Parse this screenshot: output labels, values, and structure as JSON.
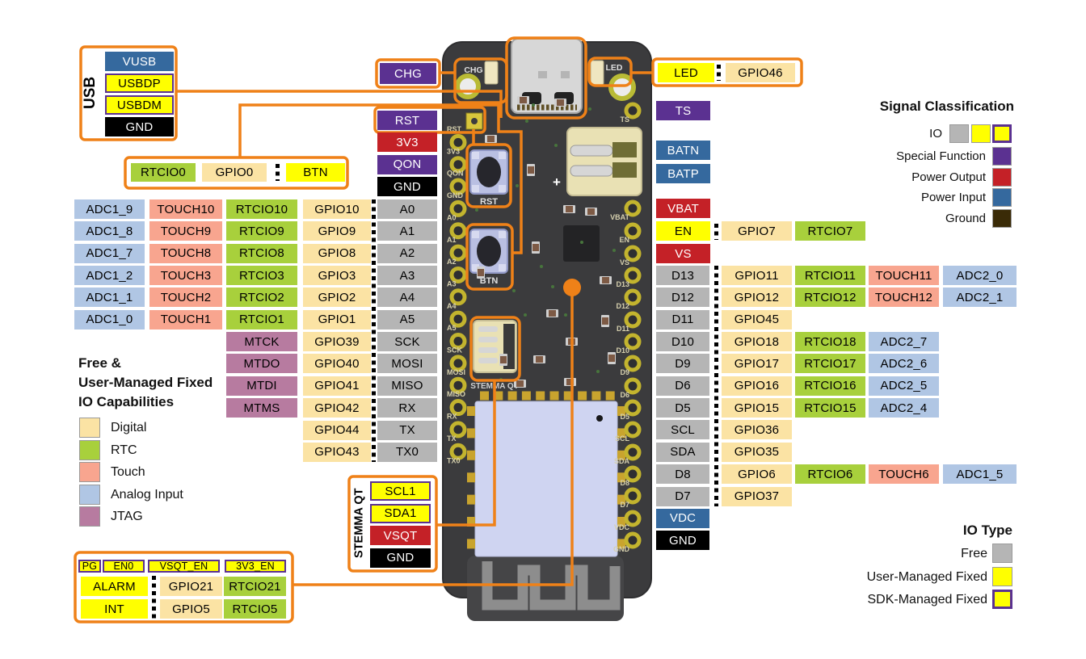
{
  "colors": {
    "annotation_orange": "#EF8118",
    "special_function": "#5B3191",
    "power_output": "#C42127",
    "power_input": "#35699E",
    "ground": "#000000",
    "ground_legend": "#3A2B07",
    "io_free": "#B5B5B5",
    "io_user": "#FFFF00",
    "cap_digital": "#FBE3A4",
    "cap_rtc": "#A8D03C",
    "cap_touch": "#F8A58F",
    "cap_analog": "#B0C6E4",
    "cap_jtag": "#B77BA0"
  },
  "usb_group": {
    "side_label": "USB",
    "pins": [
      [
        "VUSB",
        "blue"
      ],
      [
        "USBDP",
        "sdk"
      ],
      [
        "USBDM",
        "sdk"
      ],
      [
        "GND",
        "ground"
      ]
    ]
  },
  "btn_group": [
    [
      "RTCIO0",
      "rtc"
    ],
    [
      "GPIO0",
      "digital"
    ],
    [
      "BTN",
      "yellow"
    ]
  ],
  "chg_label": [
    "CHG",
    "purple"
  ],
  "left_stack": [
    [
      "RST",
      "purple"
    ],
    [
      "3V3",
      "red"
    ],
    [
      "QON",
      "purple"
    ],
    [
      "GND",
      "ground"
    ]
  ],
  "left_table": [
    [
      [
        "ADC1_9",
        "analog"
      ],
      [
        "TOUCH10",
        "touch"
      ],
      [
        "RTCIO10",
        "rtc"
      ],
      [
        "GPIO10",
        "digital"
      ],
      [
        "A0",
        "free"
      ]
    ],
    [
      [
        "ADC1_8",
        "analog"
      ],
      [
        "TOUCH9",
        "touch"
      ],
      [
        "RTCIO9",
        "rtc"
      ],
      [
        "GPIO9",
        "digital"
      ],
      [
        "A1",
        "free"
      ]
    ],
    [
      [
        "ADC1_7",
        "analog"
      ],
      [
        "TOUCH8",
        "touch"
      ],
      [
        "RTCIO8",
        "rtc"
      ],
      [
        "GPIO8",
        "digital"
      ],
      [
        "A2",
        "free"
      ]
    ],
    [
      [
        "ADC1_2",
        "analog"
      ],
      [
        "TOUCH3",
        "touch"
      ],
      [
        "RTCIO3",
        "rtc"
      ],
      [
        "GPIO3",
        "digital"
      ],
      [
        "A3",
        "free"
      ]
    ],
    [
      [
        "ADC1_1",
        "analog"
      ],
      [
        "TOUCH2",
        "touch"
      ],
      [
        "RTCIO2",
        "rtc"
      ],
      [
        "GPIO2",
        "digital"
      ],
      [
        "A4",
        "free"
      ]
    ],
    [
      [
        "ADC1_0",
        "analog"
      ],
      [
        "TOUCH1",
        "touch"
      ],
      [
        "RTCIO1",
        "rtc"
      ],
      [
        "GPIO1",
        "digital"
      ],
      [
        "A5",
        "free"
      ]
    ],
    [
      null,
      null,
      [
        "MTCK",
        "jtag"
      ],
      [
        "GPIO39",
        "digital"
      ],
      [
        "SCK",
        "free"
      ]
    ],
    [
      null,
      null,
      [
        "MTDO",
        "jtag"
      ],
      [
        "GPIO40",
        "digital"
      ],
      [
        "MOSI",
        "free"
      ]
    ],
    [
      null,
      null,
      [
        "MTDI",
        "jtag"
      ],
      [
        "GPIO41",
        "digital"
      ],
      [
        "MISO",
        "free"
      ]
    ],
    [
      null,
      null,
      [
        "MTMS",
        "jtag"
      ],
      [
        "GPIO42",
        "digital"
      ],
      [
        "RX",
        "free"
      ]
    ],
    [
      null,
      null,
      null,
      [
        "GPIO44",
        "digital"
      ],
      [
        "TX",
        "free"
      ]
    ],
    [
      null,
      null,
      null,
      [
        "GPIO43",
        "digital"
      ],
      [
        "TX0",
        "free"
      ]
    ]
  ],
  "right_upper": {
    "led_row": [
      [
        "LED",
        "yellow"
      ],
      [
        "GPIO46",
        "digital"
      ]
    ],
    "stack": [
      [
        "TS",
        "purple"
      ],
      [
        "BATN",
        "blue"
      ],
      [
        "BATP",
        "blue"
      ],
      [
        "VBAT",
        "red"
      ],
      [
        "EN",
        "yellow"
      ],
      [
        "VS",
        "red"
      ]
    ],
    "en_extra": [
      [
        "GPIO7",
        "digital"
      ],
      [
        "RTCIO7",
        "rtc"
      ]
    ]
  },
  "right_table": [
    [
      [
        "D13",
        "free"
      ],
      [
        "GPIO11",
        "digital"
      ],
      [
        "RTCIO11",
        "rtc"
      ],
      [
        "TOUCH11",
        "touch"
      ],
      [
        "ADC2_0",
        "analog"
      ]
    ],
    [
      [
        "D12",
        "free"
      ],
      [
        "GPIO12",
        "digital"
      ],
      [
        "RTCIO12",
        "rtc"
      ],
      [
        "TOUCH12",
        "touch"
      ],
      [
        "ADC2_1",
        "analog"
      ]
    ],
    [
      [
        "D11",
        "free"
      ],
      [
        "GPIO45",
        "digital"
      ]
    ],
    [
      [
        "D10",
        "free"
      ],
      [
        "GPIO18",
        "digital"
      ],
      [
        "RTCIO18",
        "rtc"
      ],
      [
        "ADC2_7",
        "analog"
      ]
    ],
    [
      [
        "D9",
        "free"
      ],
      [
        "GPIO17",
        "digital"
      ],
      [
        "RTCIO17",
        "rtc"
      ],
      [
        "ADC2_6",
        "analog"
      ]
    ],
    [
      [
        "D6",
        "free"
      ],
      [
        "GPIO16",
        "digital"
      ],
      [
        "RTCIO16",
        "rtc"
      ],
      [
        "ADC2_5",
        "analog"
      ]
    ],
    [
      [
        "D5",
        "free"
      ],
      [
        "GPIO15",
        "digital"
      ],
      [
        "RTCIO15",
        "rtc"
      ],
      [
        "ADC2_4",
        "analog"
      ]
    ],
    [
      [
        "SCL",
        "free"
      ],
      [
        "GPIO36",
        "digital"
      ]
    ],
    [
      [
        "SDA",
        "free"
      ],
      [
        "GPIO35",
        "digital"
      ]
    ],
    [
      [
        "D8",
        "free"
      ],
      [
        "GPIO6",
        "digital"
      ],
      [
        "RTCIO6",
        "rtc"
      ],
      [
        "TOUCH6",
        "touch"
      ],
      [
        "ADC1_5",
        "analog"
      ]
    ],
    [
      [
        "D7",
        "free"
      ],
      [
        "GPIO37",
        "digital"
      ]
    ],
    [
      [
        "VDC",
        "blue"
      ]
    ],
    [
      [
        "GND",
        "ground"
      ]
    ]
  ],
  "bottom_group": {
    "row1": [
      [
        "PG",
        "sdk"
      ],
      [
        "EN0",
        "sdk"
      ],
      [
        "VSQT_EN",
        "sdk"
      ],
      [
        "3V3_EN",
        "sdk"
      ]
    ],
    "rows": [
      [
        [
          "ALARM",
          "yellow"
        ],
        [
          "GPIO21",
          "digital"
        ],
        [
          "RTCIO21",
          "rtc"
        ]
      ],
      [
        [
          "INT",
          "yellow"
        ],
        [
          "GPIO5",
          "digital"
        ],
        [
          "RTCIO5",
          "rtc"
        ]
      ]
    ]
  },
  "stemma_group": {
    "side_label": "STEMMA QT",
    "pins": [
      [
        "SCL1",
        "sdk"
      ],
      [
        "SDA1",
        "sdk"
      ],
      [
        "VSQT",
        "red"
      ],
      [
        "GND",
        "ground"
      ]
    ]
  },
  "legend_signal": {
    "title": "Signal Classification",
    "io_label": "IO",
    "io_swatches": [
      "free",
      "yellow",
      "sdk"
    ],
    "items": [
      {
        "label": "Special Function",
        "type": "purple"
      },
      {
        "label": "Power Output",
        "type": "red"
      },
      {
        "label": "Power Input",
        "type": "blue"
      },
      {
        "label": "Ground",
        "type": "groundleg"
      }
    ]
  },
  "legend_iotype": {
    "title": "IO Type",
    "items": [
      {
        "label": "Free",
        "type": "free"
      },
      {
        "label": "User-Managed Fixed",
        "type": "yellow"
      },
      {
        "label": "SDK-Managed Fixed",
        "type": "sdk"
      }
    ]
  },
  "legend_caps": {
    "title_lines": {
      "l1": "Free &",
      "l2": "User-Managed Fixed",
      "l3": "IO Capabilities"
    },
    "items": [
      {
        "label": "Digital",
        "type": "digital"
      },
      {
        "label": "RTC",
        "type": "rtc"
      },
      {
        "label": "Touch",
        "type": "touch"
      },
      {
        "label": "Analog Input",
        "type": "analog"
      },
      {
        "label": "JTAG",
        "type": "jtag"
      }
    ]
  },
  "board": {
    "left_pins": [
      "RST",
      "3V3",
      "QON",
      "GND",
      "A0",
      "A1",
      "A2",
      "A3",
      "A4",
      "A5",
      "SCK",
      "MOSI",
      "MISO",
      "RX",
      "TX",
      "TX0"
    ],
    "right_pins": [
      "TS",
      "VBAT",
      "EN",
      "VS",
      "D13",
      "D12",
      "D11",
      "D10",
      "D9",
      "D6",
      "D5",
      "SCL",
      "SDA",
      "D8",
      "D7",
      "VDC",
      "GND"
    ],
    "silk": {
      "chg": "CHG",
      "led": "LED",
      "rst": "RST",
      "btn": "BTN",
      "stemma": "STEMMA QT",
      "plus": "+"
    }
  }
}
